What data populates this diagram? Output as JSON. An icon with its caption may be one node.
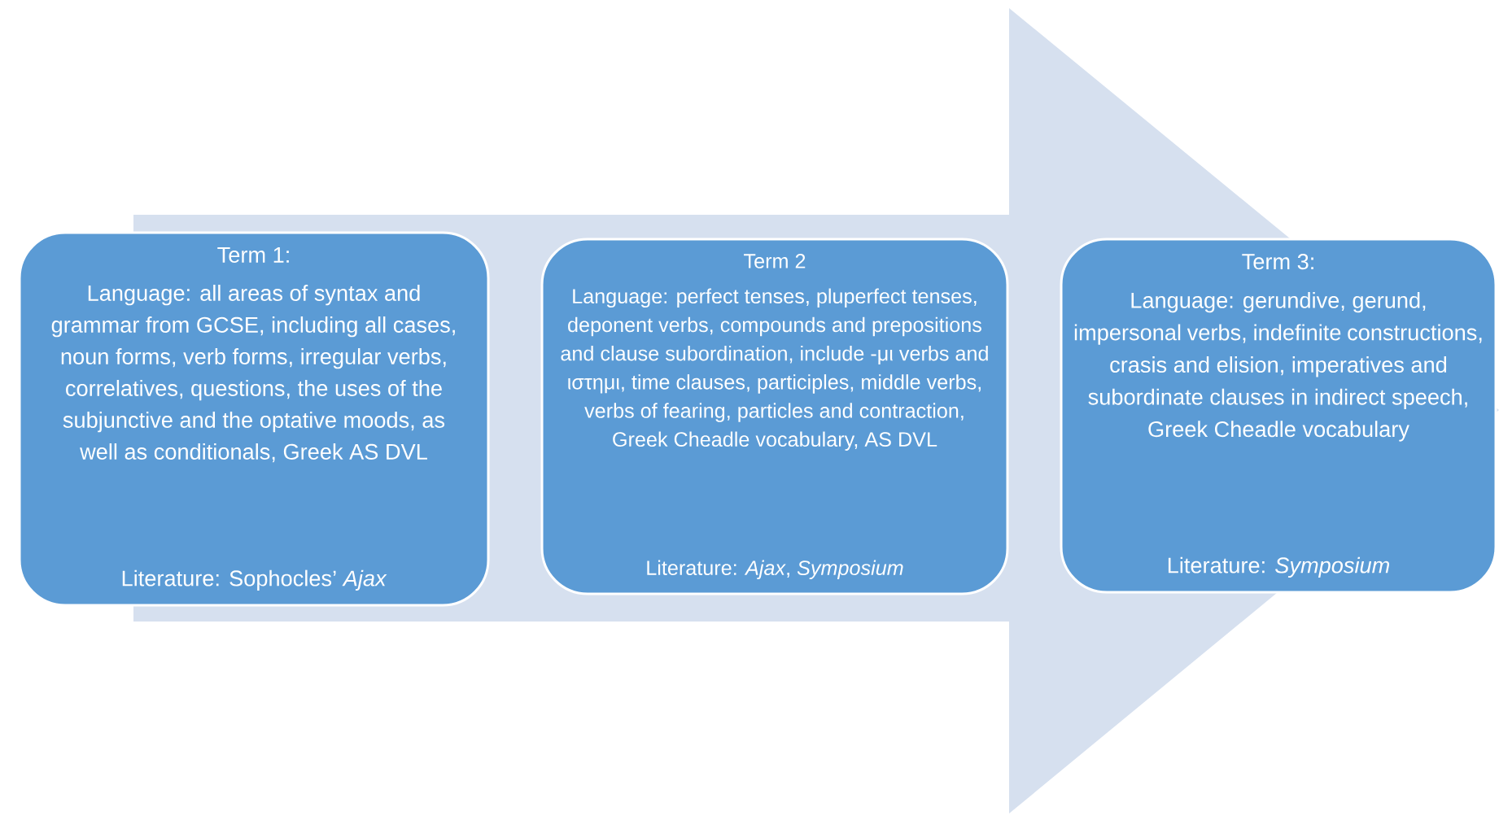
{
  "diagram": {
    "nodes": [
      {
        "text": [
          "Term 1:",
          "Language: all areas of syntax and grammar from GCSE, including all cases, noun forms, verb forms, irregular verbs, correlatives, questions, the uses of the subjunctive and the optative moods, as well as conditionals, Greek AS DVL",
          "Literature: Sophocles’ *Ajax*"
        ]
      },
      {
        "text": [
          "Term 2",
          "Language: perfect tenses, pluperfect tenses, deponent verbs, compounds and prepositions and clause subordination, include -μι verbs and ιστημι, time clauses, participles, middle verbs, verbs of fearing, particles and contraction, Greek Cheadle vocabulary, AS DVL",
          "Literature: *Ajax*, *Symposium*"
        ]
      },
      {
        "text": [
          "Term 3:",
          "Language: gerundive, gerund, impersonal verbs, indefinite constructions, crasis and elision, imperatives and subordinate clauses in indirect speech, Greek Cheadle vocabulary",
          "Literature: *Symposium*"
        ]
      }
    ],
    "edges": [
      {
        "from": 0,
        "to": 2,
        "arrow": "to"
      }
    ]
  }
}
